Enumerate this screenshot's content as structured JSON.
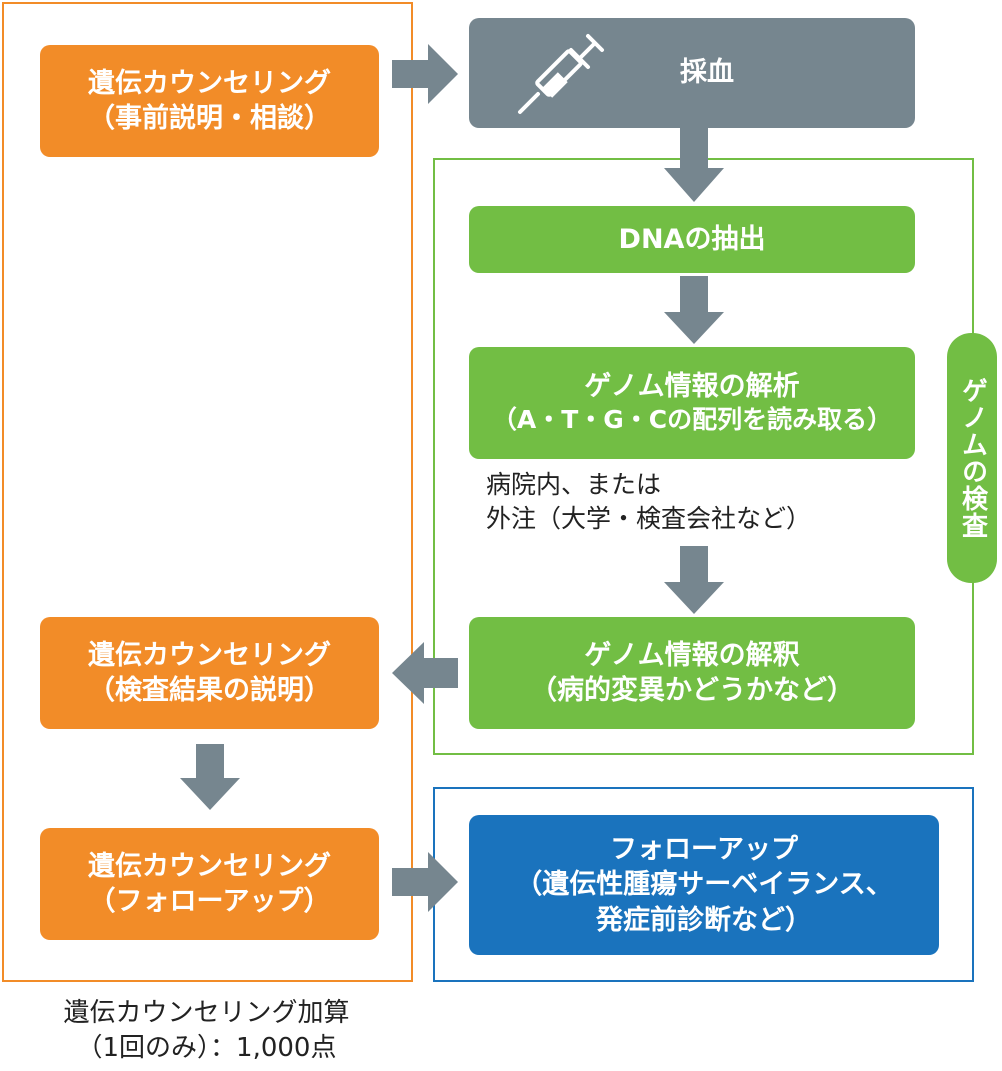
{
  "colors": {
    "orange": "#f28c28",
    "gray": "#76868f",
    "green": "#72be44",
    "blue": "#1a73bd",
    "arrow": "#76868f"
  },
  "counseling": {
    "pre": {
      "line1": "遺伝カウンセリング",
      "line2": "（事前説明・相談）"
    },
    "result": {
      "line1": "遺伝カウンセリング",
      "line2": "（検査結果の説明）"
    },
    "follow": {
      "line1": "遺伝カウンセリング",
      "line2": "（フォローアップ）"
    },
    "note": {
      "line1": "遺伝カウンセリング加算",
      "line2": "（1回のみ）：1,000点"
    }
  },
  "blood": {
    "label": "採血",
    "icon": "syringe-icon"
  },
  "genome": {
    "group_label": "ゲノムの検査",
    "dna": "DNAの抽出",
    "analysis": {
      "line1": "ゲノム情報の解析",
      "line2": "（A・T・G・Cの配列を読み取る）"
    },
    "location": {
      "line1": "病院内、または",
      "line2": "外注（大学・検査会社など）"
    },
    "interpretation": {
      "line1": "ゲノム情報の解釈",
      "line2": "（病的変異かどうかなど）"
    }
  },
  "followup": {
    "line1": "フォローアップ",
    "line2": "（遺伝性腫瘍サーベイランス、",
    "line3": "発症前診断など）"
  }
}
